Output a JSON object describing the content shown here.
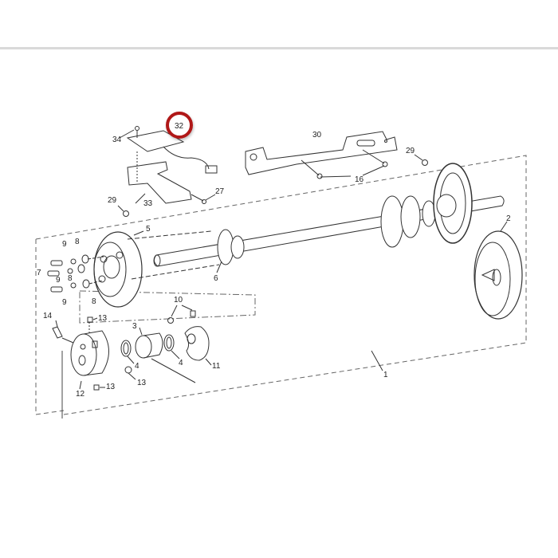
{
  "diagram": {
    "type": "exploded-parts-view",
    "highlighted_part": "32",
    "highlight_color": "#b01818",
    "callouts": [
      {
        "id": "c1",
        "label": "1"
      },
      {
        "id": "c2",
        "label": "2"
      },
      {
        "id": "c3",
        "label": "3"
      },
      {
        "id": "c4a",
        "label": "4"
      },
      {
        "id": "c4b",
        "label": "4"
      },
      {
        "id": "c5",
        "label": "5"
      },
      {
        "id": "c6",
        "label": "6"
      },
      {
        "id": "c7",
        "label": "7"
      },
      {
        "id": "c8a",
        "label": "8"
      },
      {
        "id": "c8b",
        "label": "8"
      },
      {
        "id": "c8c",
        "label": "8"
      },
      {
        "id": "c9a",
        "label": "9"
      },
      {
        "id": "c9b",
        "label": "9"
      },
      {
        "id": "c9c",
        "label": "9"
      },
      {
        "id": "c10",
        "label": "10"
      },
      {
        "id": "c11",
        "label": "11"
      },
      {
        "id": "c12",
        "label": "12"
      },
      {
        "id": "c13a",
        "label": "13"
      },
      {
        "id": "c13b",
        "label": "13"
      },
      {
        "id": "c13c",
        "label": "13"
      },
      {
        "id": "c14",
        "label": "14"
      },
      {
        "id": "c16",
        "label": "16"
      },
      {
        "id": "c27",
        "label": "27"
      },
      {
        "id": "c29a",
        "label": "29"
      },
      {
        "id": "c29b",
        "label": "29"
      },
      {
        "id": "c30",
        "label": "30"
      },
      {
        "id": "c32",
        "label": "32"
      },
      {
        "id": "c33",
        "label": "33"
      },
      {
        "id": "c34",
        "label": "34"
      }
    ]
  }
}
